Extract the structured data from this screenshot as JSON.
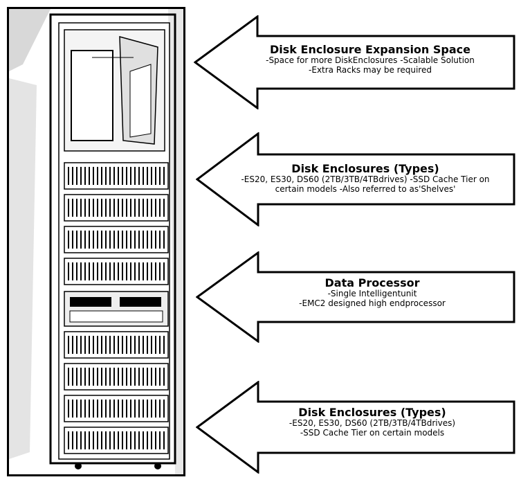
{
  "callouts": [
    {
      "title": "Disk Enclosure Expansion Space",
      "line1": "-Space for more DiskEnclosures -Scalable Solution",
      "line2": "-Extra Racks may be required"
    },
    {
      "title": "Disk Enclosures (Types)",
      "line1": "-ES20, ES30, DS60 (2TB/3TB/4TBdrives) -SSD Cache Tier on",
      "line2": "certain models -Also referred to as'Shelves'"
    },
    {
      "title": "Data Processor",
      "line1": "-Single Intelligentunit",
      "line2": "-EMC2 designed high endprocessor"
    },
    {
      "title": "Disk Enclosures (Types)",
      "line1": "-ES20, ES30, DS60 (2TB/3TB/4TBdrives)",
      "line2": "-SSD Cache Tier on certain models"
    }
  ]
}
